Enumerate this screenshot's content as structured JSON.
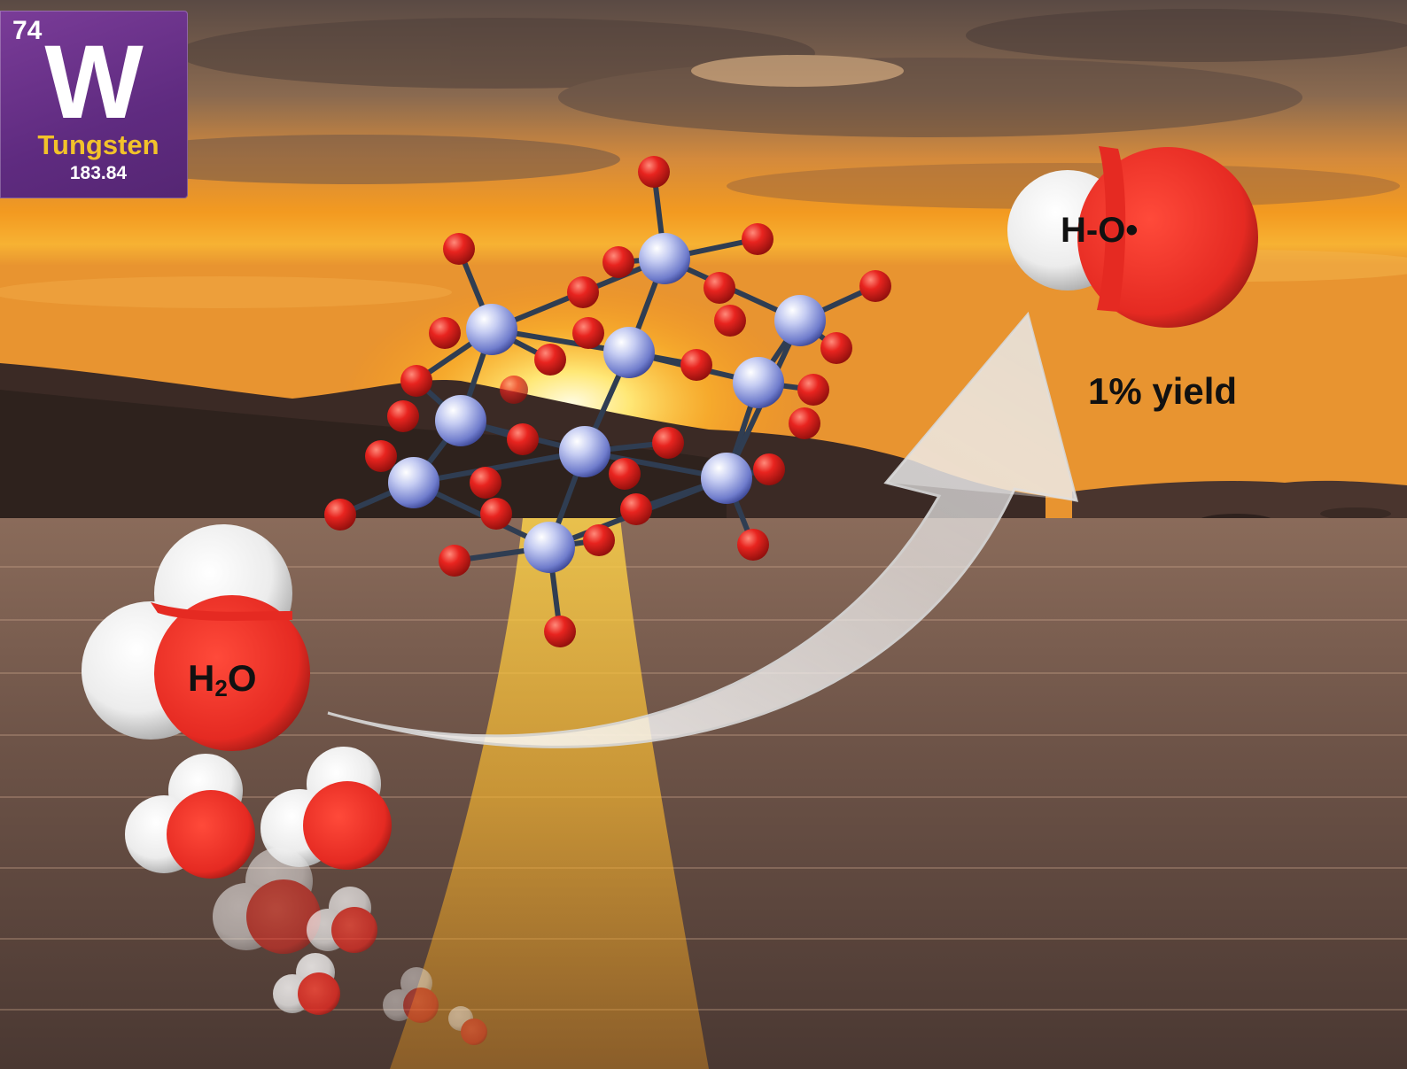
{
  "element": {
    "number": "74",
    "symbol": "W",
    "name": "Tungsten",
    "mass": "183.84",
    "card_color": "#5f2b80",
    "name_color": "#f2c22a"
  },
  "reactant": {
    "formula_base": "H",
    "formula_sub": "2",
    "formula_tail": "O"
  },
  "product": {
    "label": "H-O•",
    "yield_text": "1% yield"
  },
  "colors": {
    "oxygen_atom": "#e8241f",
    "tungsten_atom": "#8f9be0",
    "bond": "#2f3d52",
    "hydrogen": "#f2f2f2",
    "arrow": "#f4f4f4"
  },
  "icons": [
    "polyoxotungstate-cluster",
    "water-molecule",
    "hydroxyl-radical",
    "curved-arrow",
    "sunset-background"
  ]
}
